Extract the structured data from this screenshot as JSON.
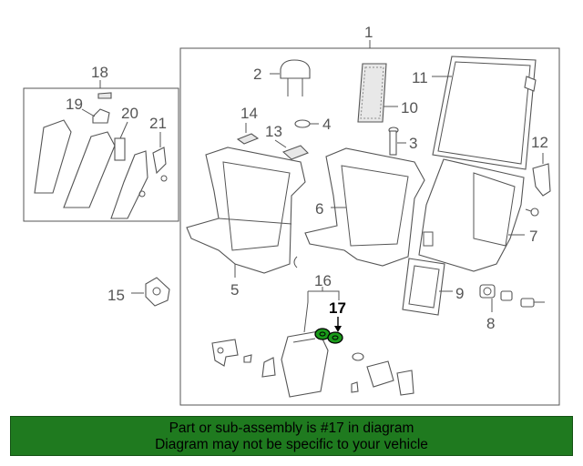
{
  "callouts": {
    "n1": "1",
    "n2": "2",
    "n3": "3",
    "n4": "4",
    "n5": "5",
    "n6": "6",
    "n7": "7",
    "n8": "8",
    "n9": "9",
    "n10": "10",
    "n11": "11",
    "n12": "12",
    "n13": "13",
    "n14": "14",
    "n15": "15",
    "n16": "16",
    "n17": "17",
    "n18": "18",
    "n19": "19",
    "n20": "20",
    "n21": "21"
  },
  "highlight_color": "#1a9a1a",
  "banner": {
    "line1": "Part or sub-assembly is #17 in diagram",
    "line2": "Diagram may not be specific to your vehicle",
    "background": "#1f7a1f"
  }
}
